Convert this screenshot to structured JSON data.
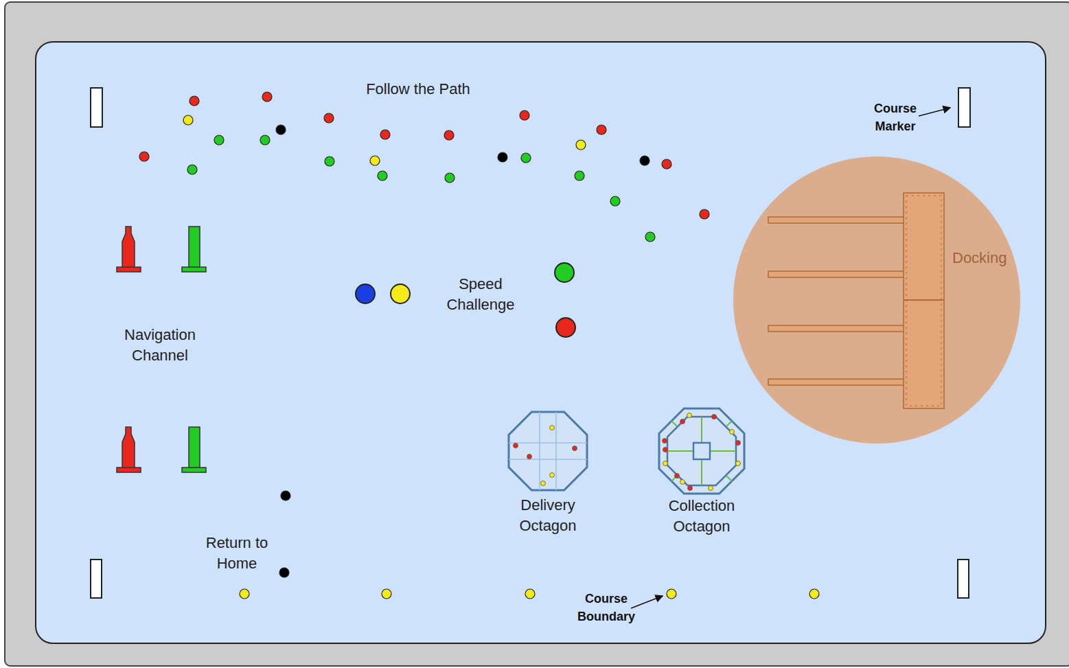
{
  "diagram": {
    "nodes": [
      {
        "text": [
          "Docking"
        ]
      },
      {
        "text": [
          "Delivery Octagon"
        ]
      },
      {
        "text": [
          "Collection Octagon"
        ]
      }
    ],
    "labels": [
      "Follow the Path",
      "Course Marker",
      "Speed Challenge",
      "Navigation Channel",
      "Return to Home",
      "Course Boundary"
    ]
  }
}
